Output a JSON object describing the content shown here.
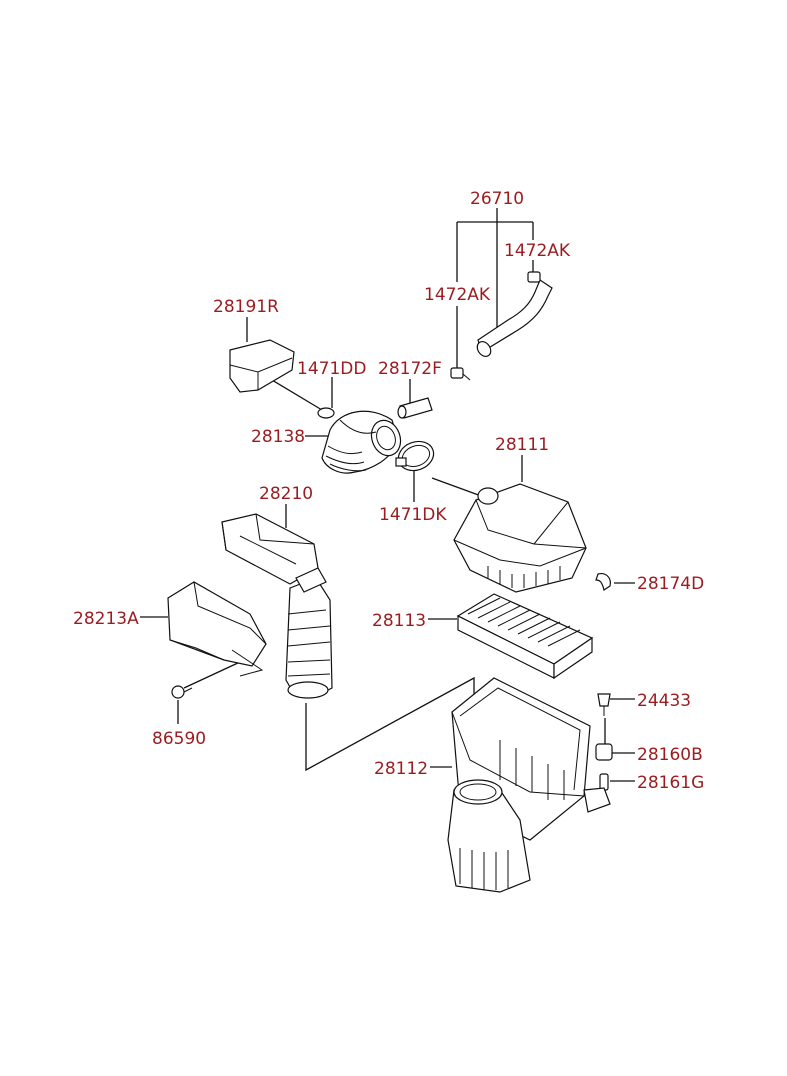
{
  "labels": {
    "l26710": "26710",
    "l1472AK_right": "1472AK",
    "l1472AK_left": "1472AK",
    "l28191R": "28191R",
    "l1471DD": "1471DD",
    "l28172F": "28172F",
    "l28138": "28138",
    "l28111": "28111",
    "l1471DK": "1471DK",
    "l28210": "28210",
    "l28174D": "28174D",
    "l28213A": "28213A",
    "l28113": "28113",
    "l24433": "24433",
    "l86590": "86590",
    "l28160B": "28160B",
    "l28112": "28112",
    "l28161G": "28161G"
  },
  "colors": {
    "label": "#9b1c1f",
    "line": "#111111"
  }
}
